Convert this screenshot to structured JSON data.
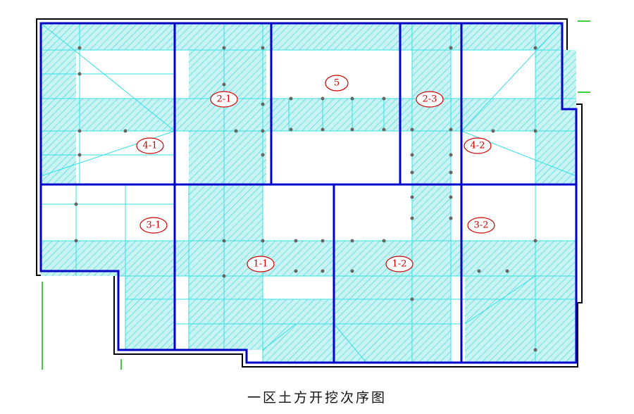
{
  "title": "一区土方开挖次序图",
  "zones": {
    "z5": "5",
    "z2_1": "2-1",
    "z2_3": "2-3",
    "z4_1": "4-1",
    "z4_2": "4-2",
    "z3_1": "3-1",
    "z3_2": "3-2",
    "z1_1": "1-1",
    "z1_2": "1-2"
  },
  "colors": {
    "boundary": "#0000cc",
    "grid": "#33e0e0",
    "label": "#d00000",
    "outline": "#000000",
    "marker": "#00bb00"
  }
}
